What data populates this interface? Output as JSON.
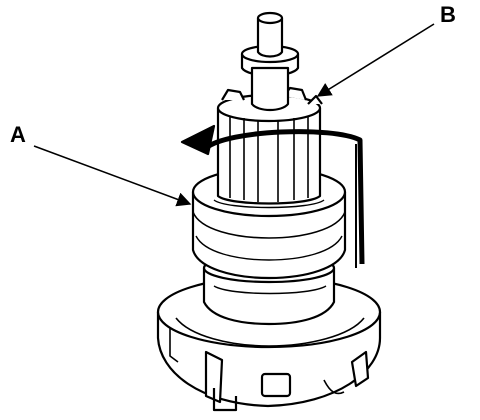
{
  "callouts": {
    "a": {
      "label": "A",
      "target": "overrunning-clutch-body"
    },
    "b": {
      "label": "B",
      "target": "pinion-gear"
    }
  },
  "indicator": {
    "type": "rotation-arrow",
    "direction": "counter-clockwise-viewed-from-top"
  },
  "colors": {
    "line": "#000000",
    "background": "#ffffff"
  }
}
